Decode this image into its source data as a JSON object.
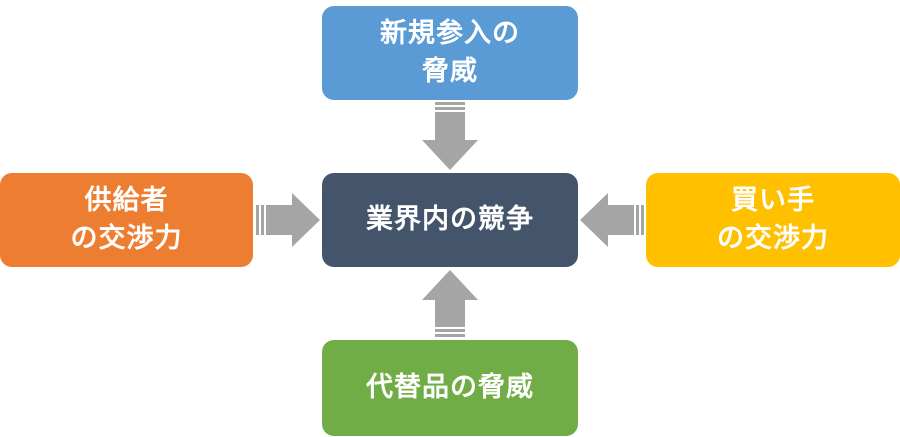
{
  "diagram": {
    "center": {
      "label": "業界内の競争",
      "color": "#44546A"
    },
    "top": {
      "label": "新規参入の\n脅威",
      "color": "#5B9BD5"
    },
    "left": {
      "label": "供給者\nの交渉力",
      "color": "#ED7D31"
    },
    "right": {
      "label": "買い手\nの交渉力",
      "color": "#FFC000"
    },
    "bottom": {
      "label": "代替品の脅威",
      "color": "#70AD47"
    },
    "arrow_color": "#A5A5A5"
  }
}
